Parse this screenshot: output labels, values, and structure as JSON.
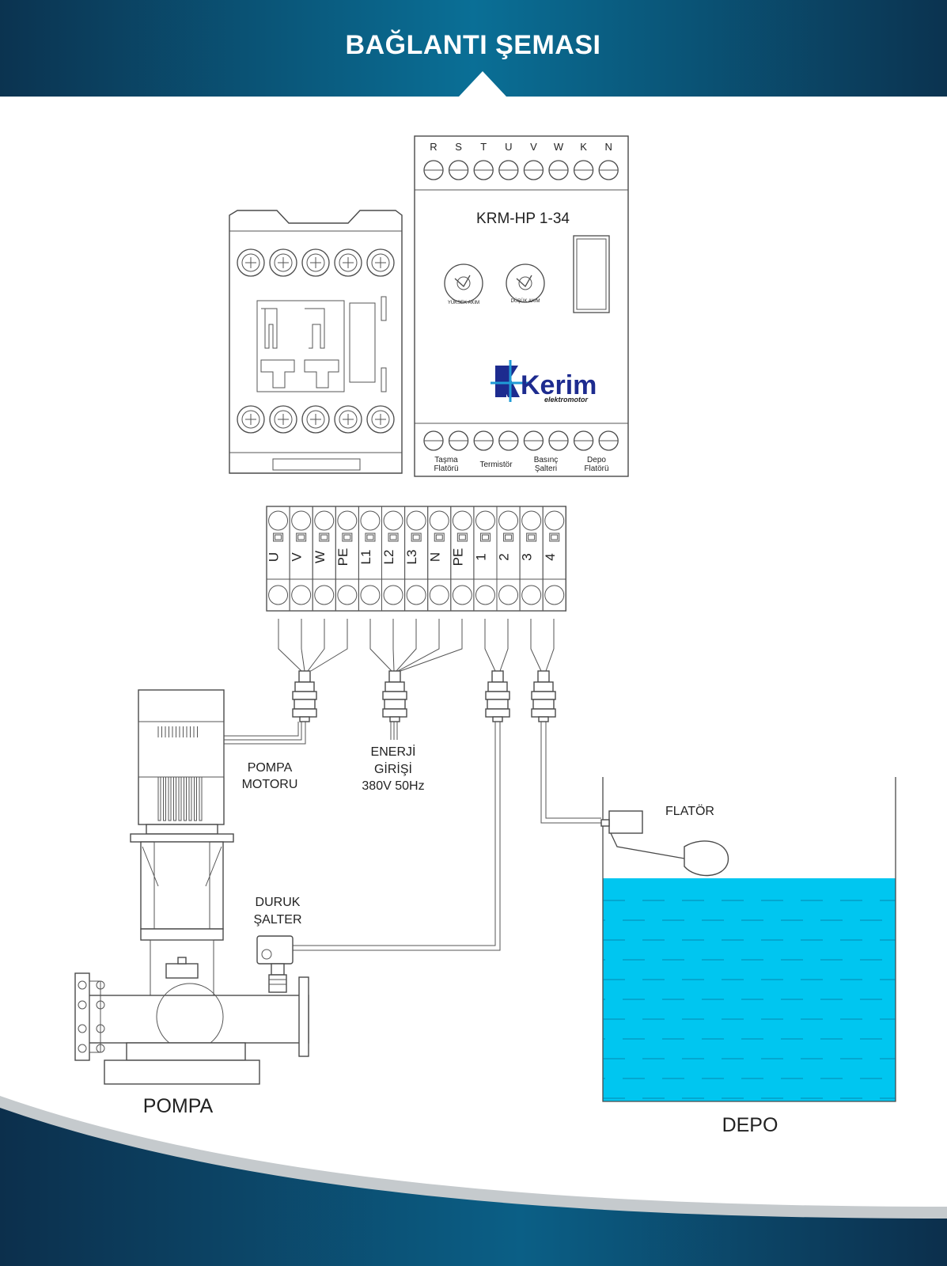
{
  "header": {
    "title": "BAĞLANTI ŞEMASI"
  },
  "colors": {
    "header_dark": "#0b3350",
    "header_mid": "#0a6f96",
    "water": "#00c6f0",
    "swoosh": "#bfc4c8"
  },
  "controller": {
    "top_terminals": [
      "R",
      "S",
      "T",
      "U",
      "V",
      "W",
      "K",
      "N"
    ],
    "model": "KRM-HP 1-34",
    "knob_high": "YÜKSEK AKIM",
    "knob_low": "DÜŞÜK AKIM",
    "brand": "Kerim",
    "brand_sub": "elektromotor",
    "bottom_labels": [
      [
        "Taşma",
        "Flatörü"
      ],
      [
        "Termistör"
      ],
      [
        "Basınç",
        "Şalteri"
      ],
      [
        "Depo",
        "Flatörü"
      ]
    ]
  },
  "terminal_block": {
    "labels": [
      "U",
      "V",
      "W",
      "PE",
      "L1",
      "L2",
      "L3",
      "N",
      "PE",
      "1",
      "2",
      "3",
      "4"
    ]
  },
  "labels": {
    "pump_motor": [
      "POMPA",
      "MOTORU"
    ],
    "energy": [
      "ENERJİ",
      "GİRİŞİ",
      "380V 50Hz"
    ],
    "pressure_switch": [
      "DURUK",
      "ŞALTER"
    ],
    "float": "FLATÖR",
    "pump": "POMPA",
    "tank": "DEPO"
  }
}
